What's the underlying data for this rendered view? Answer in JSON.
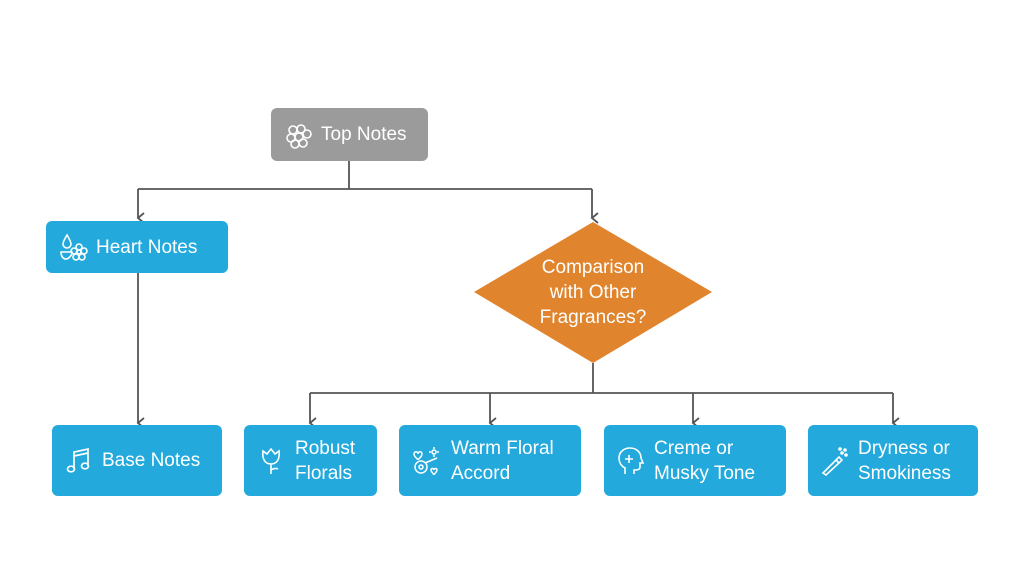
{
  "nodes": {
    "top": {
      "label": "Top Notes",
      "icon": "raspberry-icon"
    },
    "heart": {
      "label": "Heart Notes",
      "icon": "flower-drop-icon"
    },
    "base": {
      "label": "Base Notes",
      "icon": "music-note-icon"
    },
    "decision": {
      "label": "Comparison\nwith Other\nFragrances?"
    },
    "robust": {
      "label": "Robust\nFlorals",
      "icon": "rose-icon"
    },
    "warm": {
      "label": "Warm Floral\nAccord",
      "icon": "guitar-flowers-icon"
    },
    "creme": {
      "label": "Creme or\nMusky Tone",
      "icon": "head-plus-icon"
    },
    "dry": {
      "label": "Dryness or\nSmokiness",
      "icon": "dropper-icon"
    }
  },
  "colors": {
    "node_blue": "#23a9dc",
    "node_gray": "#9b9b9b",
    "decision_orange": "#e0842e",
    "connector": "#555555"
  }
}
